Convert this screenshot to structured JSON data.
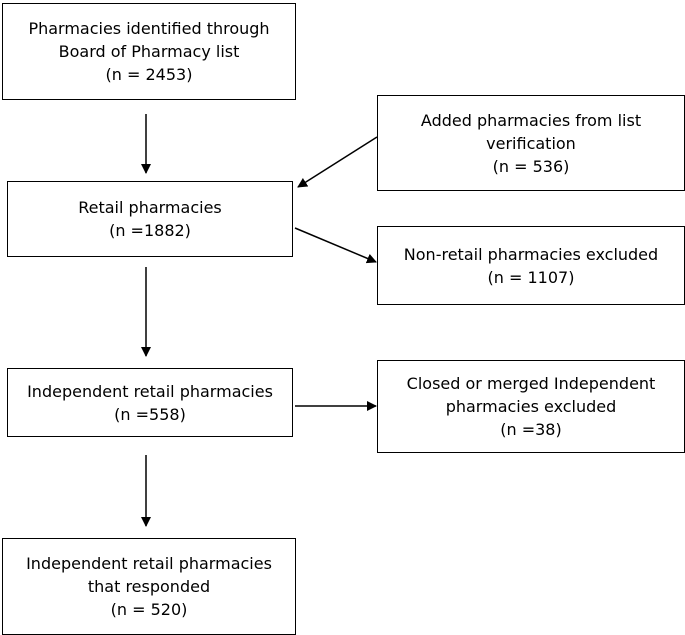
{
  "flowchart": {
    "identified": {
      "line1": "Pharmacies identified through",
      "line2": "Board of Pharmacy list",
      "count": "(n = 2453)"
    },
    "added": {
      "line1": "Added pharmacies from list",
      "line2": "verification",
      "count": "(n = 536)"
    },
    "retail": {
      "line1": "Retail pharmacies",
      "count": "(n =1882)"
    },
    "non_retail_excluded": {
      "line1": "Non-retail pharmacies excluded",
      "count": "(n = 1107)"
    },
    "independent": {
      "line1": "Independent retail pharmacies",
      "count": "(n =558)"
    },
    "closed_excluded": {
      "line1": "Closed or merged Independent",
      "line2": "pharmacies excluded",
      "count": "(n =38)"
    },
    "responded": {
      "line1": "Independent retail pharmacies",
      "line2": "that responded",
      "count": "(n = 520)"
    },
    "colors": {
      "stroke": "#000000",
      "background": "#ffffff"
    }
  }
}
